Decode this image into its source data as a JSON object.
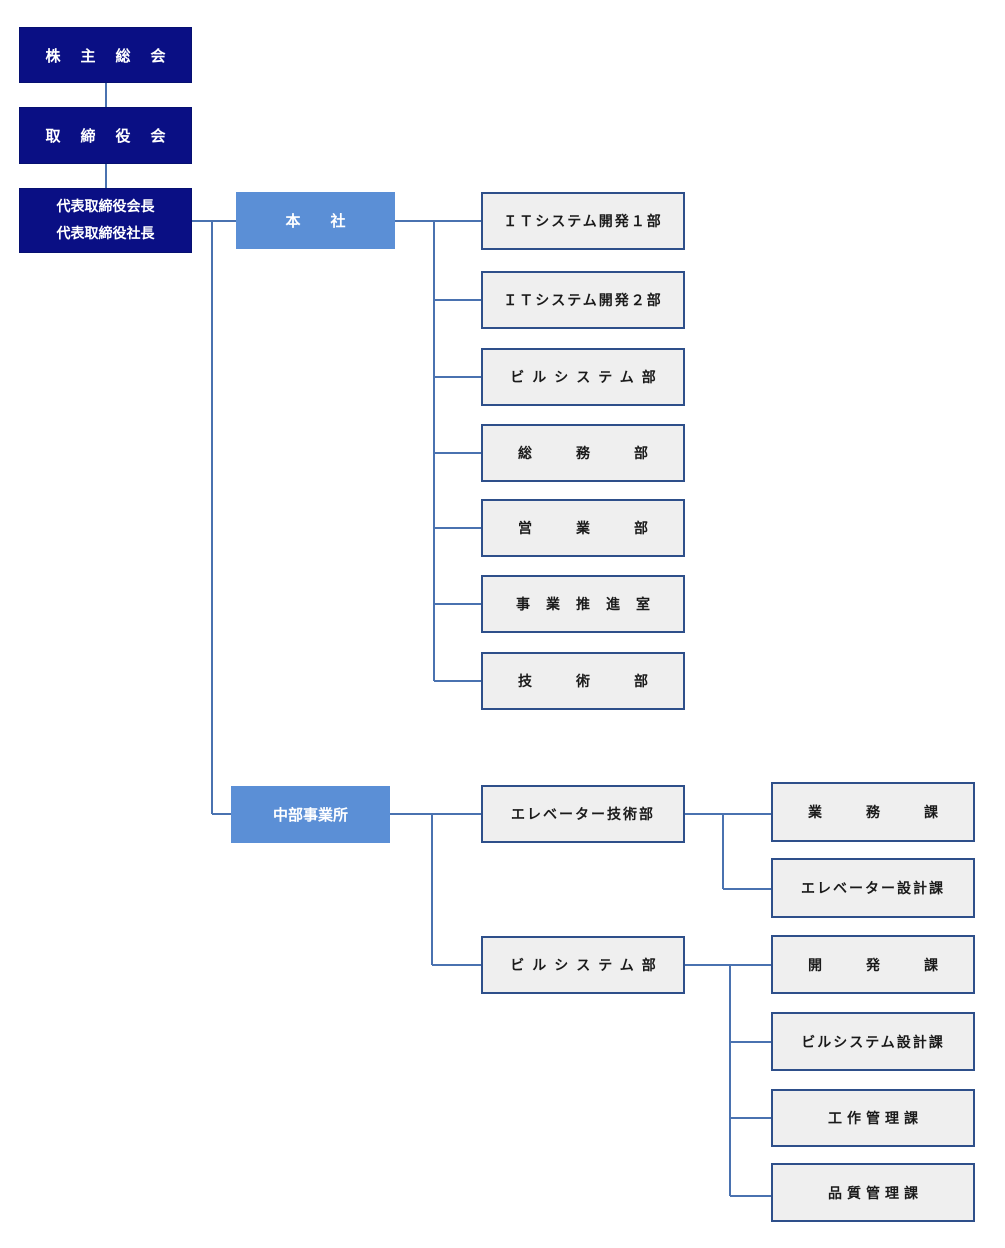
{
  "top": {
    "shareholders": "株主総会",
    "board": "取締役会",
    "chairman": "代表取締役会長",
    "president": "代表取締役社長"
  },
  "honsha": {
    "label": "本　　社",
    "departments": [
      "ＩＴシステム開発１部",
      "ＩＴシステム開発２部",
      "ビルシステム部",
      "総務部",
      "営業部",
      "事業推進室",
      "技術部"
    ]
  },
  "chubu": {
    "label": "中部事業所",
    "departments": [
      {
        "name": "エレベーター技術部",
        "sections": [
          "業務課",
          "エレベーター設計課"
        ]
      },
      {
        "name": "ビルシステム部",
        "sections": [
          "開発課",
          "ビルシステム設計課",
          "工作管理課",
          "品質管理課"
        ]
      }
    ]
  },
  "colors": {
    "navy": "#0a0f84",
    "blue": "#5b8fd6",
    "box_fill": "#efefef",
    "box_border": "#2e4f8a",
    "line": "#4a72b0"
  }
}
